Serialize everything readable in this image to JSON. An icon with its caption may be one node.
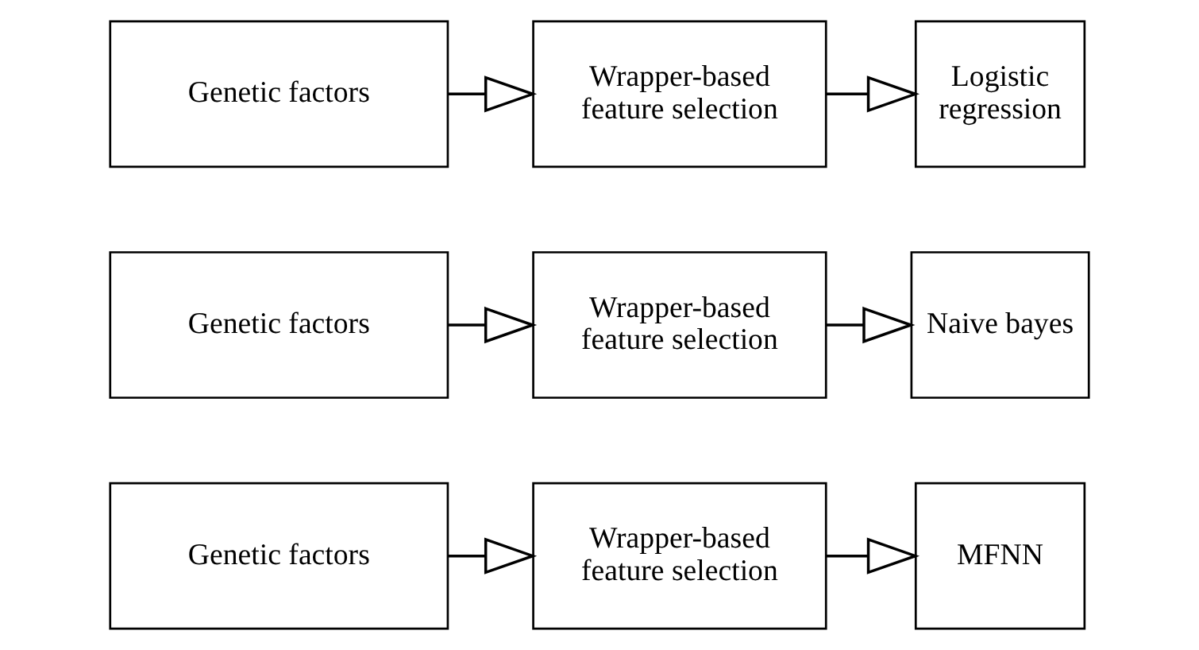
{
  "diagram": {
    "nodes": [
      {
        "text": [
          "Genetic factors"
        ]
      },
      {
        "text": [
          "Wrapper-based feature selection"
        ]
      },
      {
        "text": [
          "MFNN"
        ]
      },
      {
        "text": [
          "Genetic factors"
        ]
      },
      {
        "text": [
          "Wrapper-based feature selection"
        ]
      },
      {
        "text": [
          "Naive bayes"
        ]
      },
      {
        "text": [
          "Genetic factors"
        ]
      },
      {
        "text": [
          "Wrapper-based feature selection"
        ]
      },
      {
        "text": [
          "Logistic regression"
        ]
      }
    ],
    "edges": [
      {
        "from": 0,
        "to": 1,
        "arrow": "to"
      },
      {
        "from": 1,
        "to": 2,
        "arrow": "to"
      },
      {
        "from": 3,
        "to": 4,
        "arrow": "to"
      },
      {
        "from": 4,
        "to": 5,
        "arrow": "to"
      },
      {
        "from": 6,
        "to": 7,
        "arrow": "to"
      },
      {
        "from": 7,
        "to": 8,
        "arrow": "to"
      }
    ]
  }
}
